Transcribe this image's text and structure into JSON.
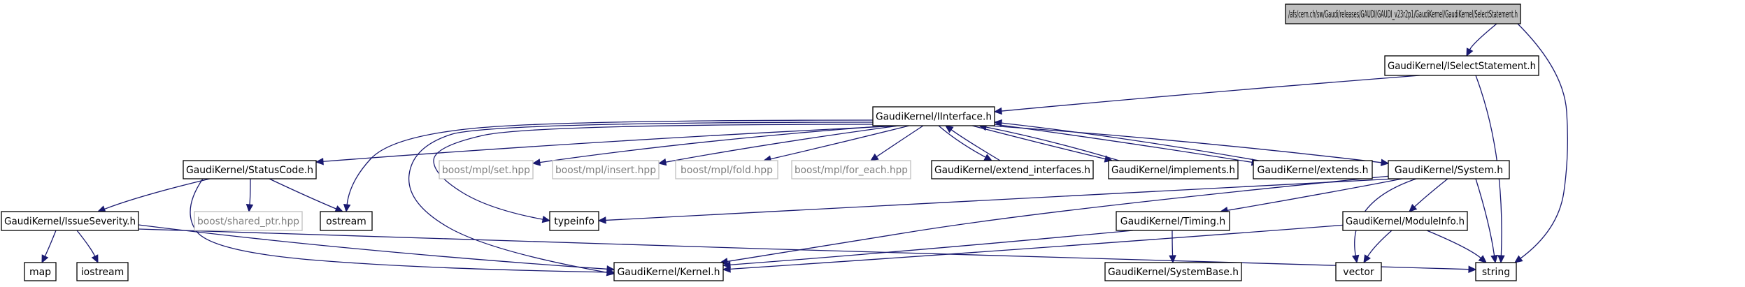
{
  "diagram": {
    "type": "include-dependency-graph",
    "colors": {
      "edge": "#191970",
      "root_fill": "#bfbfbf",
      "node_border": "#000000",
      "external_border": "#bfbfbf",
      "external_text": "#7f7f7f"
    },
    "nodes": [
      {
        "id": "root",
        "label": "/afs/cern.ch/sw/Gaudi/releases/GAUDI/GAUDI_v23r2p1/GaudiKernel/GaudiKernel/SelectStatement.h",
        "kind": "root"
      },
      {
        "id": "iselect",
        "label": "GaudiKernel/ISelectStatement.h",
        "kind": "internal"
      },
      {
        "id": "iinterface",
        "label": "GaudiKernel/IInterface.h",
        "kind": "internal"
      },
      {
        "id": "statuscode",
        "label": "GaudiKernel/StatusCode.h",
        "kind": "internal"
      },
      {
        "id": "mplset",
        "label": "boost/mpl/set.hpp",
        "kind": "external"
      },
      {
        "id": "mplinsert",
        "label": "boost/mpl/insert.hpp",
        "kind": "external"
      },
      {
        "id": "mplfold",
        "label": "boost/mpl/fold.hpp",
        "kind": "external"
      },
      {
        "id": "mplforeach",
        "label": "boost/mpl/for_each.hpp",
        "kind": "external"
      },
      {
        "id": "extendif",
        "label": "GaudiKernel/extend_interfaces.h",
        "kind": "internal"
      },
      {
        "id": "implements",
        "label": "GaudiKernel/implements.h",
        "kind": "internal"
      },
      {
        "id": "extends",
        "label": "GaudiKernel/extends.h",
        "kind": "internal"
      },
      {
        "id": "system",
        "label": "GaudiKernel/System.h",
        "kind": "internal"
      },
      {
        "id": "issue",
        "label": "GaudiKernel/IssueSeverity.h",
        "kind": "internal"
      },
      {
        "id": "sharedptr",
        "label": "boost/shared_ptr.hpp",
        "kind": "external"
      },
      {
        "id": "ostream",
        "label": "ostream",
        "kind": "internal"
      },
      {
        "id": "typeinfo",
        "label": "typeinfo",
        "kind": "internal"
      },
      {
        "id": "timing",
        "label": "GaudiKernel/Timing.h",
        "kind": "internal"
      },
      {
        "id": "moduleinfo",
        "label": "GaudiKernel/ModuleInfo.h",
        "kind": "internal"
      },
      {
        "id": "map",
        "label": "map",
        "kind": "internal"
      },
      {
        "id": "iostream",
        "label": "iostream",
        "kind": "internal"
      },
      {
        "id": "kernel",
        "label": "GaudiKernel/Kernel.h",
        "kind": "internal"
      },
      {
        "id": "systembase",
        "label": "GaudiKernel/SystemBase.h",
        "kind": "internal"
      },
      {
        "id": "vector",
        "label": "vector",
        "kind": "internal"
      },
      {
        "id": "string",
        "label": "string",
        "kind": "internal"
      }
    ],
    "edges": [
      {
        "from": "root",
        "to": "iselect"
      },
      {
        "from": "root",
        "to": "string"
      },
      {
        "from": "iselect",
        "to": "iinterface"
      },
      {
        "from": "iselect",
        "to": "string"
      },
      {
        "from": "iinterface",
        "to": "statuscode"
      },
      {
        "from": "iinterface",
        "to": "mplset"
      },
      {
        "from": "iinterface",
        "to": "mplinsert"
      },
      {
        "from": "iinterface",
        "to": "mplfold"
      },
      {
        "from": "iinterface",
        "to": "mplforeach"
      },
      {
        "from": "iinterface",
        "to": "system"
      },
      {
        "from": "iinterface",
        "to": "ostream"
      },
      {
        "from": "iinterface",
        "to": "typeinfo"
      },
      {
        "from": "iinterface",
        "to": "kernel"
      },
      {
        "from": "extendif",
        "to": "iinterface"
      },
      {
        "from": "implements",
        "to": "iinterface"
      },
      {
        "from": "extends",
        "to": "iinterface"
      },
      {
        "from": "iinterface",
        "to": "extendif"
      },
      {
        "from": "iinterface",
        "to": "implements"
      },
      {
        "from": "iinterface",
        "to": "extends"
      },
      {
        "from": "statuscode",
        "to": "issue"
      },
      {
        "from": "statuscode",
        "to": "sharedptr"
      },
      {
        "from": "statuscode",
        "to": "ostream"
      },
      {
        "from": "statuscode",
        "to": "kernel"
      },
      {
        "from": "issue",
        "to": "map"
      },
      {
        "from": "issue",
        "to": "iostream"
      },
      {
        "from": "issue",
        "to": "kernel"
      },
      {
        "from": "issue",
        "to": "string"
      },
      {
        "from": "system",
        "to": "typeinfo"
      },
      {
        "from": "system",
        "to": "timing"
      },
      {
        "from": "system",
        "to": "moduleinfo"
      },
      {
        "from": "system",
        "to": "kernel"
      },
      {
        "from": "system",
        "to": "vector"
      },
      {
        "from": "system",
        "to": "string"
      },
      {
        "from": "timing",
        "to": "kernel"
      },
      {
        "from": "timing",
        "to": "systembase"
      },
      {
        "from": "moduleinfo",
        "to": "kernel"
      },
      {
        "from": "moduleinfo",
        "to": "vector"
      },
      {
        "from": "moduleinfo",
        "to": "string"
      }
    ]
  }
}
